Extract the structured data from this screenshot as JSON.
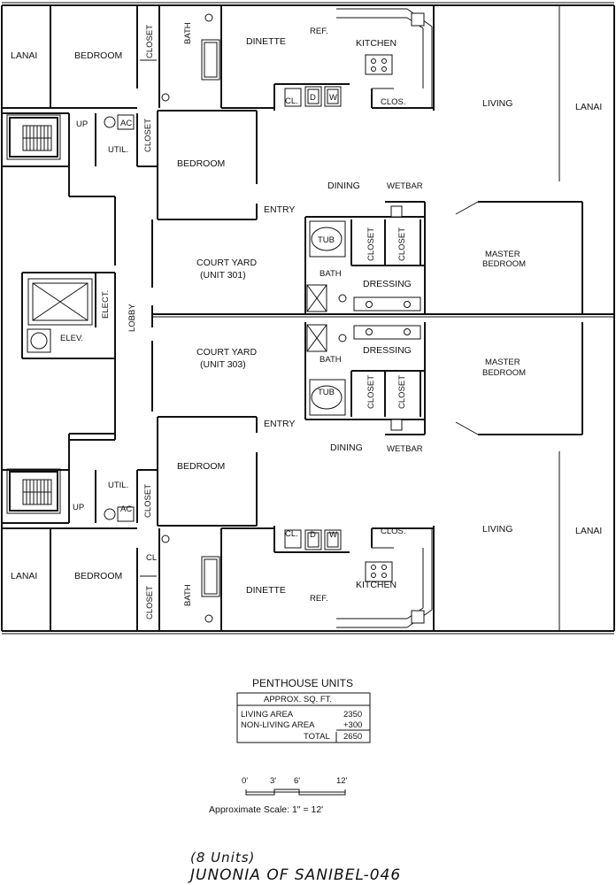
{
  "rooms": {
    "lanai": "LANAI",
    "bedroom": "BEDROOM",
    "closet": "CLOSET",
    "bath": "BATH",
    "dinette": "DINETTE",
    "ref": "REF.",
    "kitchen": "KITCHEN",
    "cl": "CL.",
    "cl_short": "CL",
    "d": "D",
    "w": "W",
    "clos": "CLOS.",
    "living": "LIVING",
    "up": "UP",
    "ac": "AC",
    "util": "UTIL.",
    "dining": "DINING",
    "wetbar": "WETBAR",
    "entry": "ENTRY",
    "tub": "TUB",
    "master_bedroom_1": "MASTER",
    "master_bedroom_2": "BEDROOM",
    "court_yard": "COURT YARD",
    "unit_301": "(UNIT 301)",
    "unit_303": "(UNIT 303)",
    "dressing": "DRESSING",
    "elect": "ELECT.",
    "lobby": "LOBBY",
    "elev": "ELEV."
  },
  "area_table": {
    "title": "PENTHOUSE UNITS",
    "header": "APPROX. SQ. FT.",
    "rows": [
      {
        "label": "LIVING AREA",
        "value": "2350"
      },
      {
        "label": "NON-LIVING AREA",
        "value": "+300"
      },
      {
        "label": "TOTAL",
        "value": "2650"
      }
    ]
  },
  "scale": {
    "ticks": [
      "0'",
      "3'",
      "6'",
      "12'"
    ],
    "caption": "Approximate Scale: 1\" = 12'"
  },
  "footer": {
    "units_note": "(8 Units)",
    "title": "JUNONIA OF SANIBEL-046"
  }
}
